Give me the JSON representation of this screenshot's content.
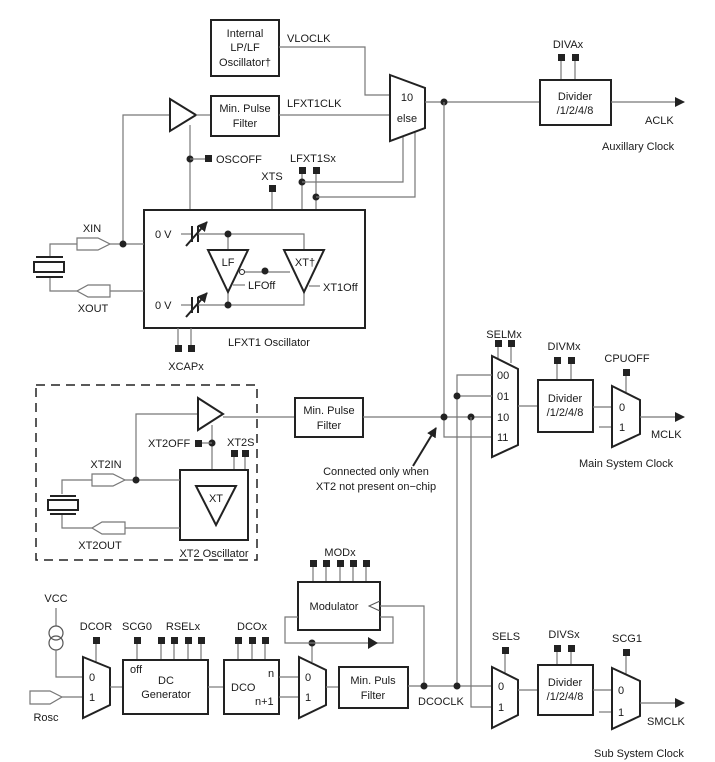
{
  "labels": {
    "internal_osc": [
      "Internal",
      "LP/LF",
      "Oscillator†"
    ],
    "vloclk": "VLOCLK",
    "min_pulse_filter": [
      "Min. Pulse",
      "Filter"
    ],
    "lfxt1clk": "LFXT1CLK",
    "oscoff": "OSCOFF",
    "lfxt1sx": "LFXT1Sx",
    "xts": "XTS",
    "mux_aclk": [
      "10",
      "else"
    ],
    "xin": "XIN",
    "xout": "XOUT",
    "zero_v": "0 V",
    "lf": "LF",
    "xt_dagger": "XT†",
    "lfoff": "LFOff",
    "xt1off": "XT1Off",
    "lfxt1_osc": "LFXT1 Oscillator",
    "xcapx": "XCAPx",
    "divax": "DIVAx",
    "divider": [
      "Divider",
      "/1/2/4/8"
    ],
    "aclk": "ACLK",
    "aclk_desc": "Auxillary Clock",
    "selmx": "SELMx",
    "selm_inputs": [
      "00",
      "01",
      "10",
      "11"
    ],
    "divmx": "DIVMx",
    "cpuoff": "CPUOFF",
    "mux01": [
      "0",
      "1"
    ],
    "mclk": "MCLK",
    "mclk_desc": "Main System Clock",
    "xt2off": "XT2OFF",
    "xt2s": "XT2S",
    "xt2in": "XT2IN",
    "xt2out": "XT2OUT",
    "xt": "XT",
    "xt2_osc": "XT2 Oscillator",
    "xt2_note": [
      "Connected only when",
      "XT2 not present on−chip"
    ],
    "modx": "MODx",
    "modulator": "Modulator",
    "vcc": "VCC",
    "dcor": "DCOR",
    "scg0": "SCG0",
    "rselx": "RSELx",
    "dcox": "DCOx",
    "off": "off",
    "dc_generator": [
      "DC",
      "Generator"
    ],
    "dco": "DCO",
    "n": "n",
    "n1": "n+1",
    "min_puls_filter": [
      "Min. Puls",
      "Filter"
    ],
    "dcoclk": "DCOCLK",
    "rosc": "Rosc",
    "sels": "SELS",
    "divsx": "DIVSx",
    "scg1": "SCG1",
    "smclk": "SMCLK",
    "smclk_desc": "Sub System Clock"
  },
  "icons": [
    "crystal-icon",
    "buffer-icon",
    "variable-capacitor-icon",
    "current-source-icon",
    "arrow-icon"
  ]
}
